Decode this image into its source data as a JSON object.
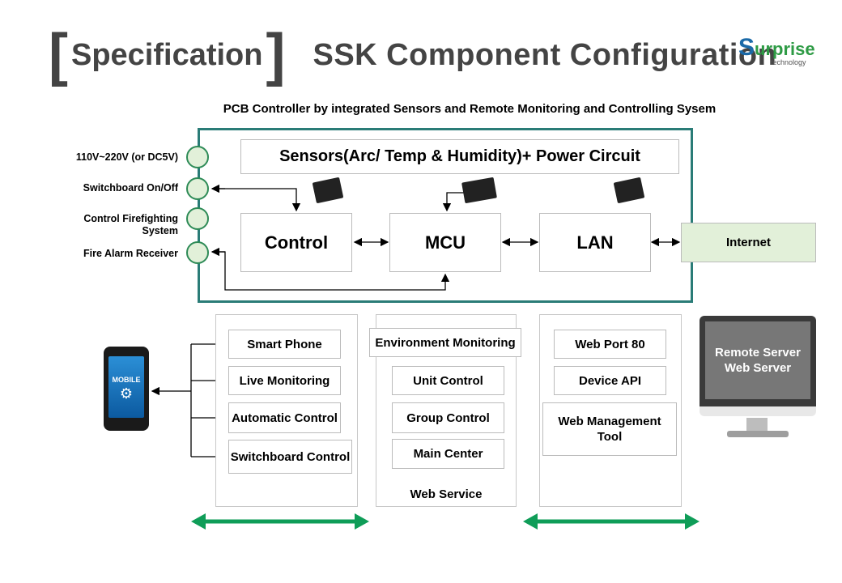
{
  "header": {
    "bracket_open": "[",
    "bracket_word": "Specification",
    "bracket_close": "]",
    "title": "SSK Component Configuration"
  },
  "logo": {
    "s": "S",
    "rest": "urprise",
    "sub": "technology"
  },
  "subtitle": "PCB Controller by integrated Sensors and Remote  Monitoring and Controlling Sysem",
  "pcb": {
    "sensors": "Sensors(Arc/ Temp & Humidity)+  Power Circuit",
    "control": "Control",
    "mcu": "MCU",
    "lan": "LAN",
    "internet": "Internet"
  },
  "inputs": [
    {
      "label": "110V~220V (or DC5V)"
    },
    {
      "label": "Switchboard  On/Off"
    },
    {
      "label": "Control  Firefighting System"
    },
    {
      "label": "Fire Alarm Receiver"
    }
  ],
  "mobile": {
    "label": "MOBILE",
    "items": [
      "Smart Phone",
      "Live Monitoring",
      "Automatic Control",
      "Switchboard Control"
    ]
  },
  "web_service": {
    "items": [
      "Environment Monitoring",
      "Unit Control",
      "Group Control",
      "Main Center"
    ],
    "label": "Web Service"
  },
  "server_panel": {
    "items": [
      "Web Port  80",
      "Device API",
      "Web Management Tool"
    ]
  },
  "monitor": {
    "line1": "Remote Server",
    "line2": "Web Server"
  },
  "colors": {
    "pcb_border": "#2a7c77",
    "green_arrow": "#0f9d58",
    "input_fill": "#e2f0d9"
  }
}
